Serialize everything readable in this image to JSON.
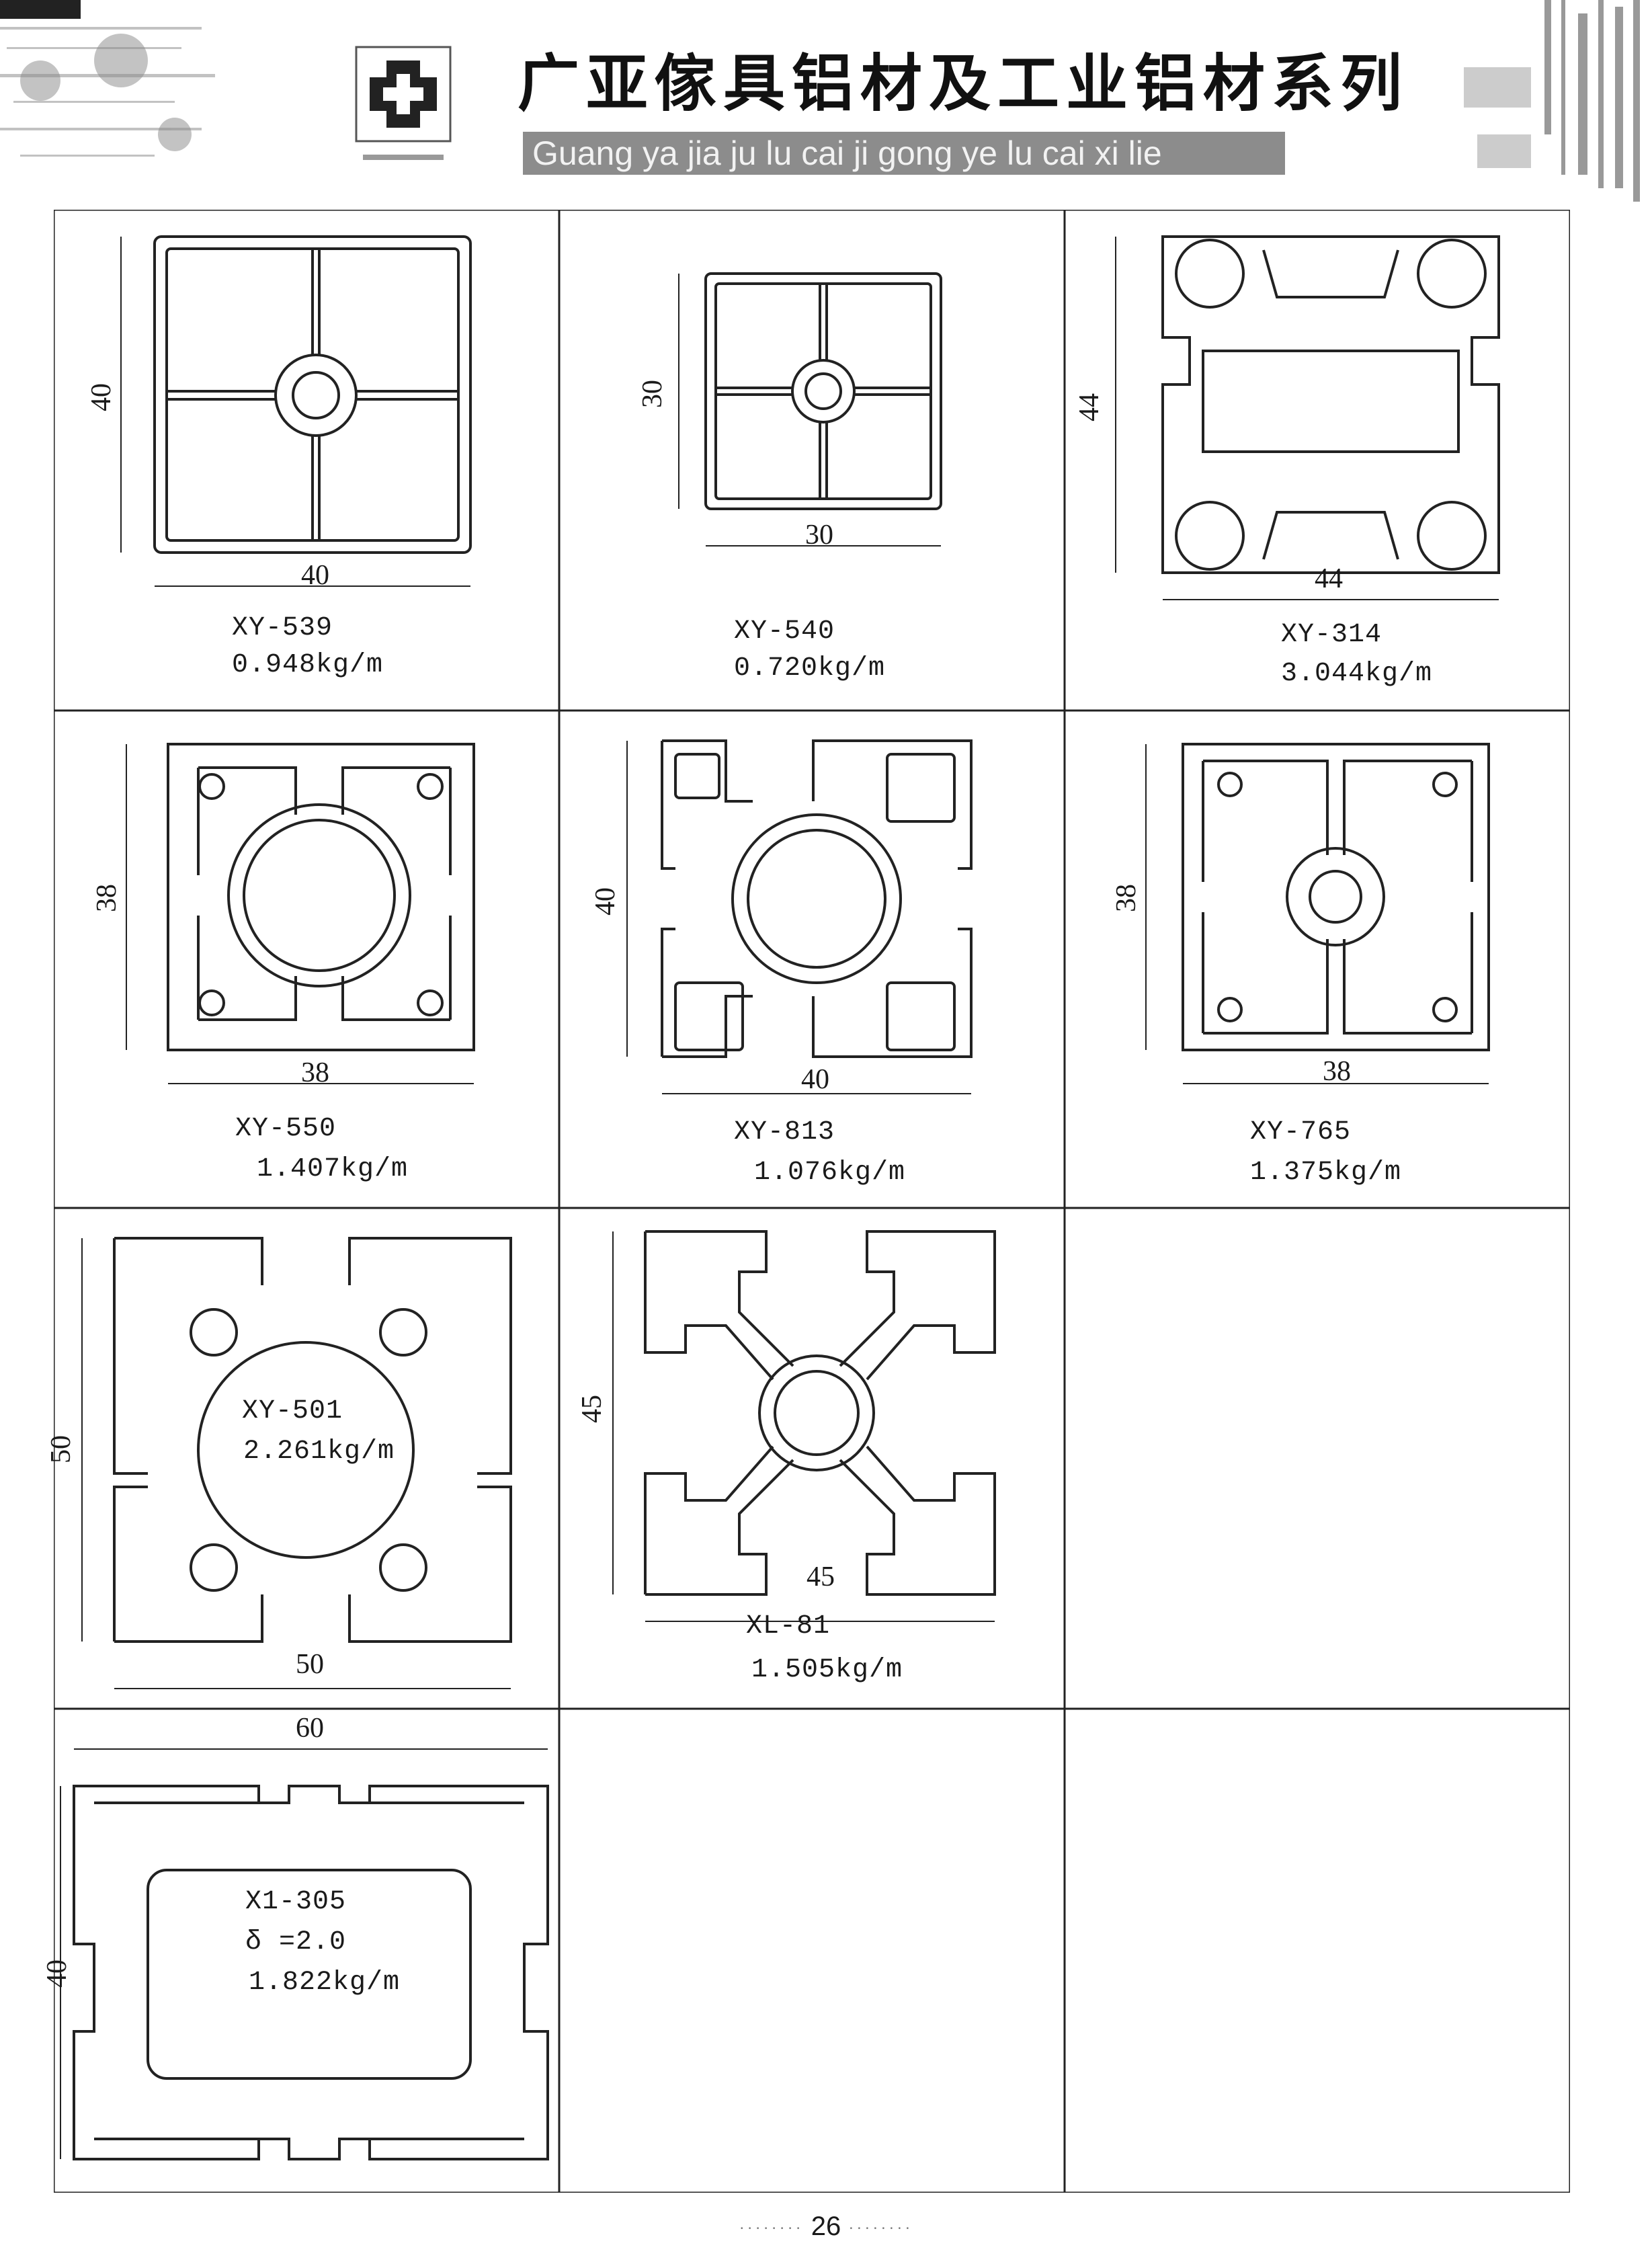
{
  "header": {
    "title": "广亚傢具铝材及工业铝材系列",
    "subtitle": "Guang ya jia ju lu cai ji gong ye lu cai xi lie"
  },
  "profiles": [
    {
      "dim_w": "40",
      "dim_h": "40",
      "code": "XY-539",
      "weight": "0.948kg/m"
    },
    {
      "dim_w": "30",
      "dim_h": "30",
      "code": "XY-540",
      "weight": "0.720kg/m"
    },
    {
      "dim_w": "44",
      "dim_h": "44",
      "code": "XY-314",
      "weight": "3.044kg/m"
    },
    {
      "dim_w": "38",
      "dim_h": "38",
      "code": "XY-550",
      "weight": "1.407kg/m"
    },
    {
      "dim_w": "40",
      "dim_h": "40",
      "code": "XY-813",
      "weight": "1.076kg/m"
    },
    {
      "dim_w": "38",
      "dim_h": "38",
      "code": "XY-765",
      "weight": "1.375kg/m"
    },
    {
      "dim_w": "50",
      "dim_h": "50",
      "code": "XY-501",
      "weight": "2.261kg/m"
    },
    {
      "dim_w": "45",
      "dim_h": "45",
      "code": "XL-81",
      "weight": "1.505kg/m"
    },
    {
      "dim_w": "60",
      "dim_h": "40",
      "code": "X1-305",
      "thickness": "δ =2.0",
      "weight": "1.822kg/m"
    }
  ],
  "page_number": "26"
}
